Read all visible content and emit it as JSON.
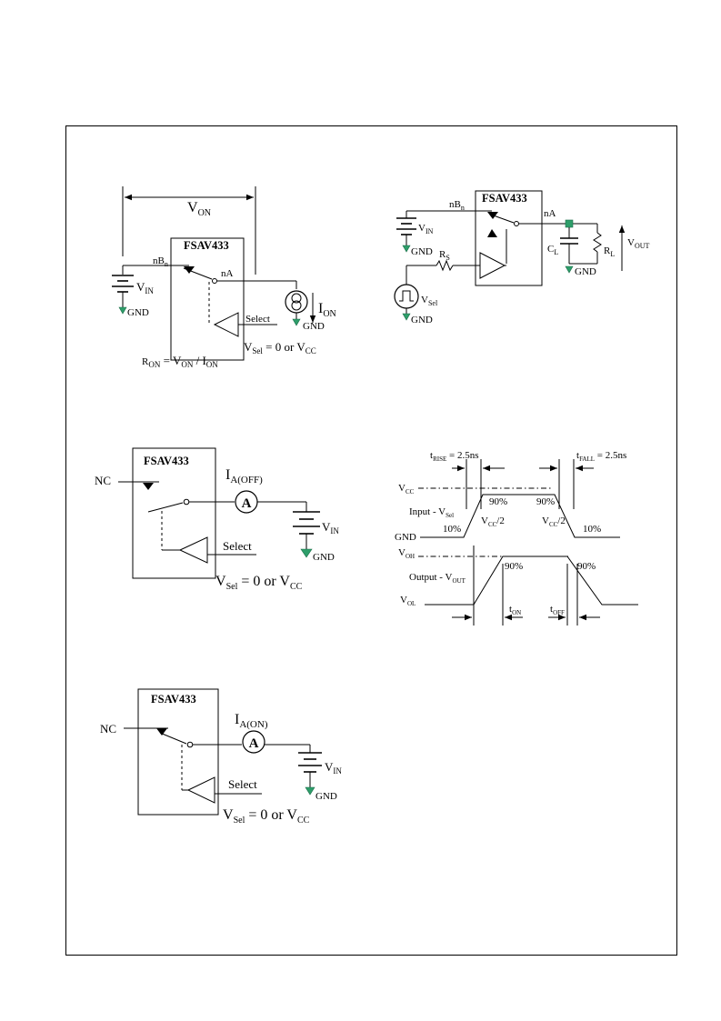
{
  "fig_on_resistance": {
    "v_on": "V",
    "v_on_sub": "ON",
    "chip": "FSAV433",
    "nb": "nB",
    "nb_sub": "n",
    "na": "nA",
    "v_in": "V",
    "v_in_sub": "IN",
    "gnd1": "GND",
    "gnd2": "GND",
    "i_on": "I",
    "i_on_sub": "ON",
    "select": "Select",
    "vsel": "V",
    "vsel_sub": "Sel",
    "vsel_rest": " = 0 or V",
    "vsel_cc": "CC",
    "ron": "R",
    "ron_sub": "ON",
    "ron_eq": " = V",
    "ron_von_sub": "ON",
    "ron_div": " / I",
    "ron_ion_sub": "ON"
  },
  "fig_switching_circuit": {
    "chip": "FSAV433",
    "nb": "nB",
    "nb_sub": "n",
    "na": "nA",
    "v_in": "V",
    "v_in_sub": "IN",
    "gnd1": "GND",
    "gnd2": "GND",
    "gnd3": "GND",
    "rs": "R",
    "rs_sub": "S",
    "cl": "C",
    "cl_sub": "L",
    "rl": "R",
    "rl_sub": "L",
    "vout": "V",
    "vout_sub": "OUT",
    "vsel": "V",
    "vsel_sub": "Sel"
  },
  "fig_off_leakage": {
    "chip": "FSAV433",
    "nc": "NC",
    "ia": "I",
    "ia_sub": "A(OFF)",
    "meter": "A",
    "v_in": "V",
    "v_in_sub": "IN",
    "gnd": "GND",
    "select": "Select",
    "vsel": "V",
    "vsel_sub": "Sel",
    "vsel_rest": " = 0 or V",
    "vsel_cc": "CC"
  },
  "fig_timing": {
    "t_rise": "t",
    "t_rise_sub": "RISE",
    "t_rise_val": " = 2.5ns",
    "t_fall": "t",
    "t_fall_sub": "FALL",
    "t_fall_val": " = 2.5ns",
    "vcc": "V",
    "vcc_sub": "CC",
    "input": "Input - V",
    "input_sub": "Sel",
    "gnd": "GND",
    "p90a": "90%",
    "p90b": "90%",
    "p10a": "10%",
    "p10b": "10%",
    "vcc2a": "V",
    "vcc2a_sub": "CC",
    "vcc2a_rest": "/2",
    "vcc2b": "V",
    "vcc2b_sub": "CC",
    "vcc2b_rest": "/2",
    "voh": "V",
    "voh_sub": "OH",
    "output": "Output - V",
    "output_sub": "OUT",
    "p90c": "90%",
    "p90d": "90%",
    "vol": "V",
    "vol_sub": "OL",
    "ton": "t",
    "ton_sub": "ON",
    "toff": "t",
    "toff_sub": "OFF"
  },
  "fig_on_leakage": {
    "chip": "FSAV433",
    "nc": "NC",
    "ia": "I",
    "ia_sub": "A(ON)",
    "meter": "A",
    "v_in": "V",
    "v_in_sub": "IN",
    "gnd": "GND",
    "select": "Select",
    "vsel": "V",
    "vsel_sub": "Sel",
    "vsel_rest": " = 0 or V",
    "vsel_cc": "CC"
  }
}
